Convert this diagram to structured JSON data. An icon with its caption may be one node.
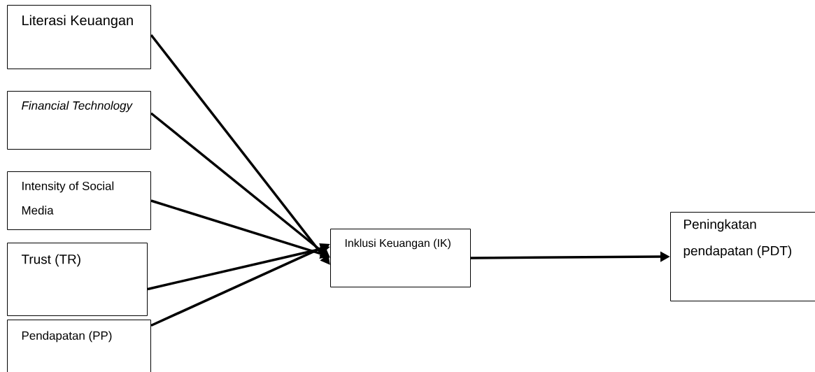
{
  "diagram": {
    "nodes": [
      {
        "text": [
          "Literasi Keuangan"
        ]
      },
      {
        "text": [
          "Financial Technology"
        ]
      },
      {
        "text": [
          "Intensity of Social Media"
        ]
      },
      {
        "text": [
          "Trust (TR)"
        ]
      },
      {
        "text": [
          "Pendapatan (PP)"
        ]
      },
      {
        "text": [
          "Inklusi Keuangan (IK)"
        ]
      },
      {
        "text": [
          "Peningkatan pendapatan (PDT)"
        ]
      }
    ],
    "edges": [
      {
        "from": 0,
        "to": 5,
        "arrow": "to"
      },
      {
        "from": 1,
        "to": 5,
        "arrow": "to"
      },
      {
        "from": 2,
        "to": 5,
        "arrow": "to"
      },
      {
        "from": 3,
        "to": 5,
        "arrow": "to"
      },
      {
        "from": 4,
        "to": 5,
        "arrow": "to"
      },
      {
        "from": 5,
        "to": 6,
        "arrow": "to"
      }
    ]
  }
}
